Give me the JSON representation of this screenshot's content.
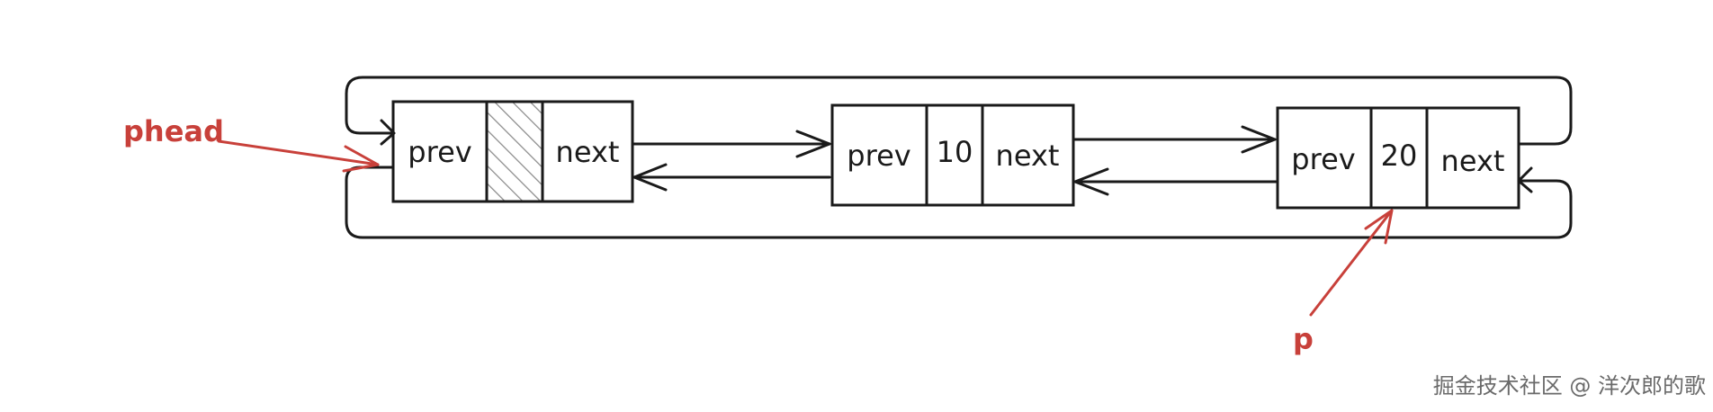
{
  "nodes": [
    {
      "prev_label": "prev",
      "data_label": "",
      "next_label": "next",
      "data_hatched": true
    },
    {
      "prev_label": "prev",
      "data_label": "10",
      "next_label": "next",
      "data_hatched": false
    },
    {
      "prev_label": "prev",
      "data_label": "20",
      "next_label": "next",
      "data_hatched": false
    }
  ],
  "pointers": {
    "head": "phead",
    "current": "p"
  },
  "watermark": "掘金技术社区 @ 洋次郎的歌",
  "colors": {
    "stroke": "#1a1a1a",
    "pointer": "#c8403a",
    "hatch": "#8a8a8a"
  }
}
